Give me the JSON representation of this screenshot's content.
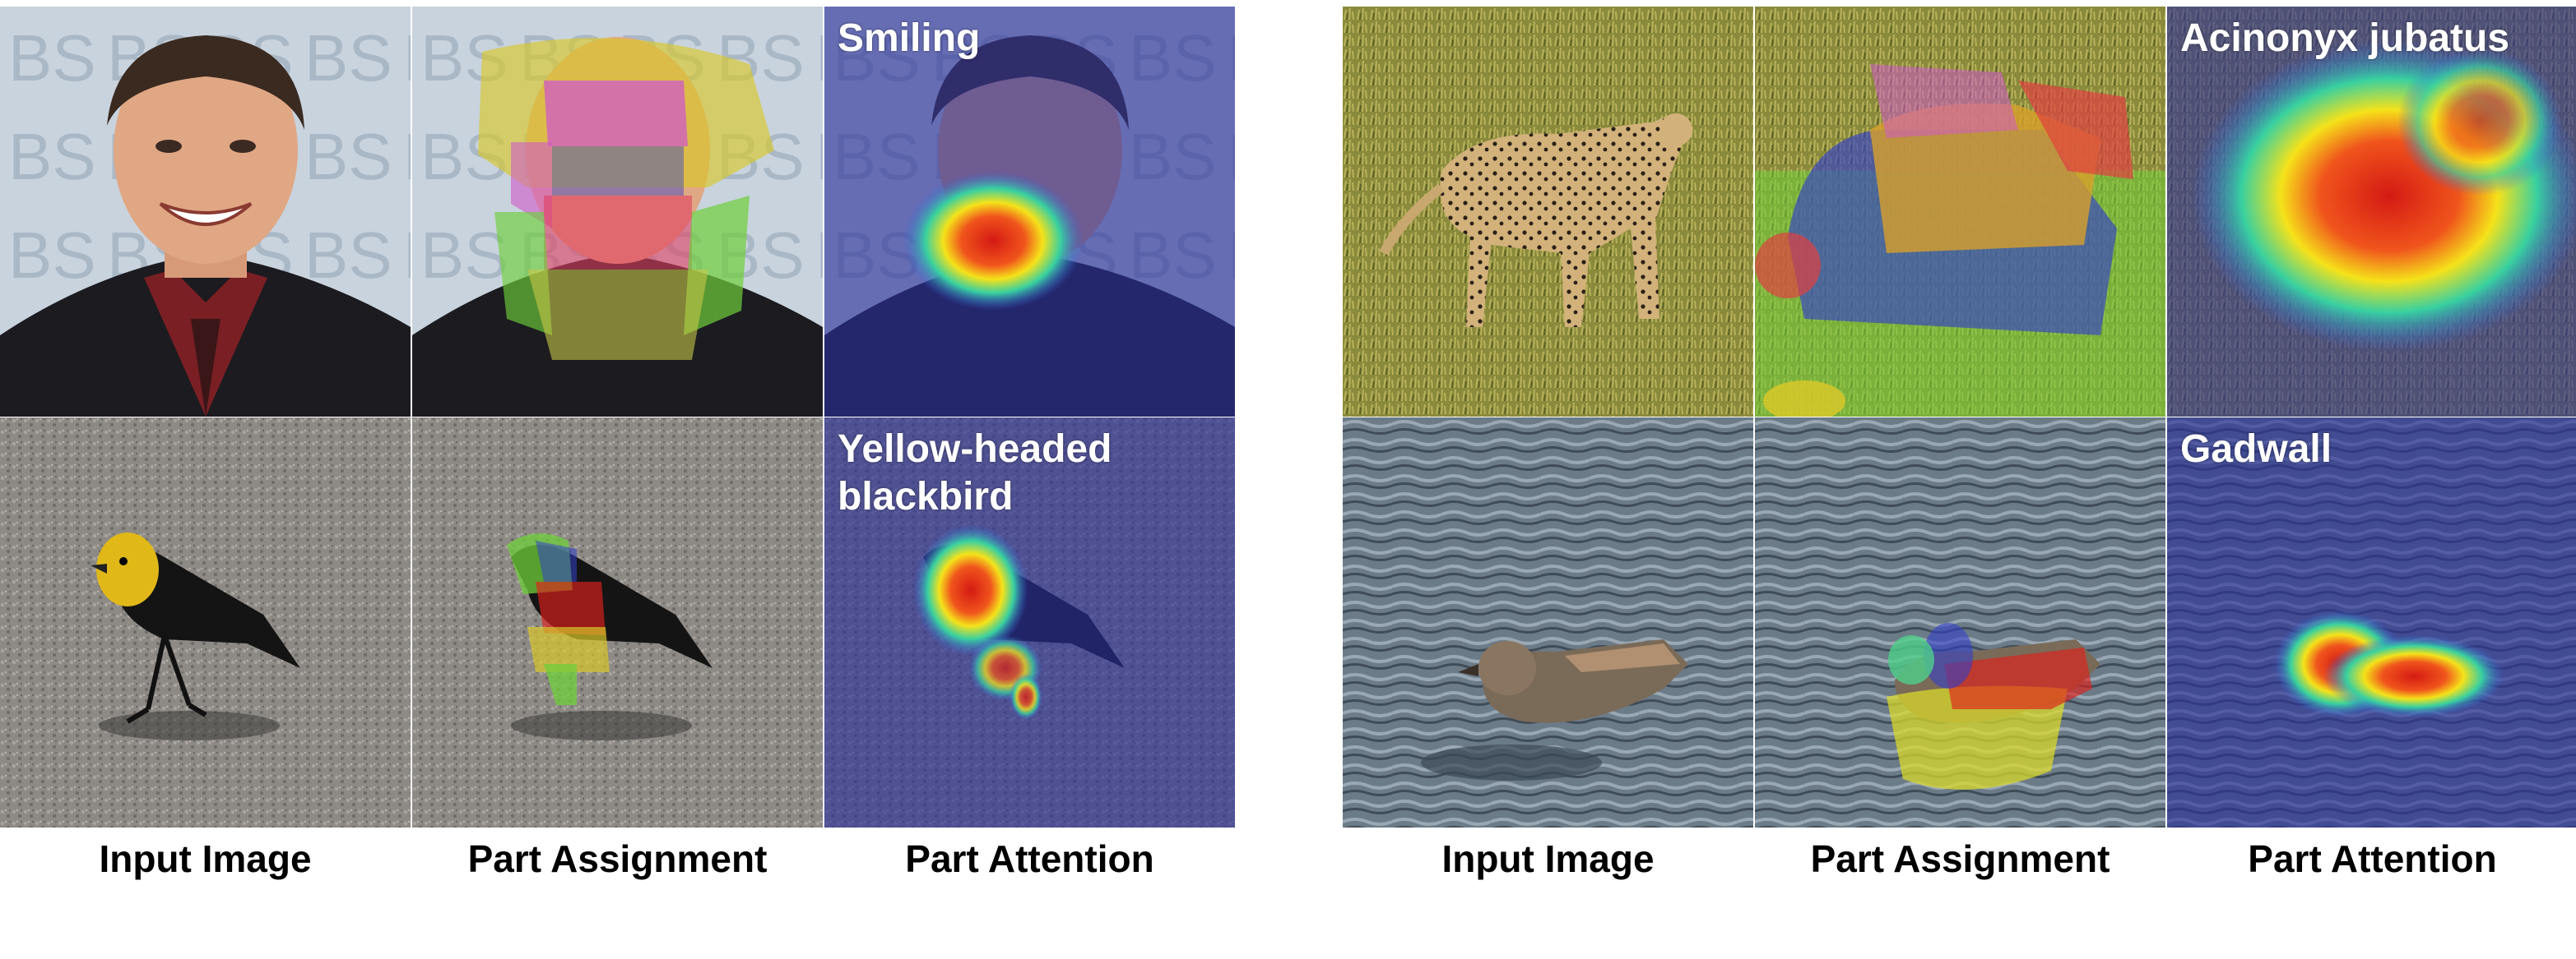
{
  "left_panel": {
    "rows": [
      {
        "subject": "face",
        "attention_label": "Smiling"
      },
      {
        "subject": "bird",
        "attention_label": "Yellow-headed blackbird"
      }
    ],
    "column_labels": [
      "Input Image",
      "Part Assignment",
      "Part Attention"
    ]
  },
  "right_panel": {
    "rows": [
      {
        "subject": "cheetah",
        "attention_label": "Acinonyx jubatus"
      },
      {
        "subject": "duck",
        "attention_label": "Gadwall"
      }
    ],
    "column_labels": [
      "Input Image",
      "Part Assignment",
      "Part Attention"
    ]
  },
  "colors": {
    "attention_tint": "#2a2f9a",
    "heat_red": "#e0201c",
    "heat_yellow": "#f5e21a",
    "part_magenta": "#d05ac8",
    "part_yellow": "#d8c82a",
    "part_green": "#6fcf3a",
    "part_blue": "#3340c8"
  }
}
